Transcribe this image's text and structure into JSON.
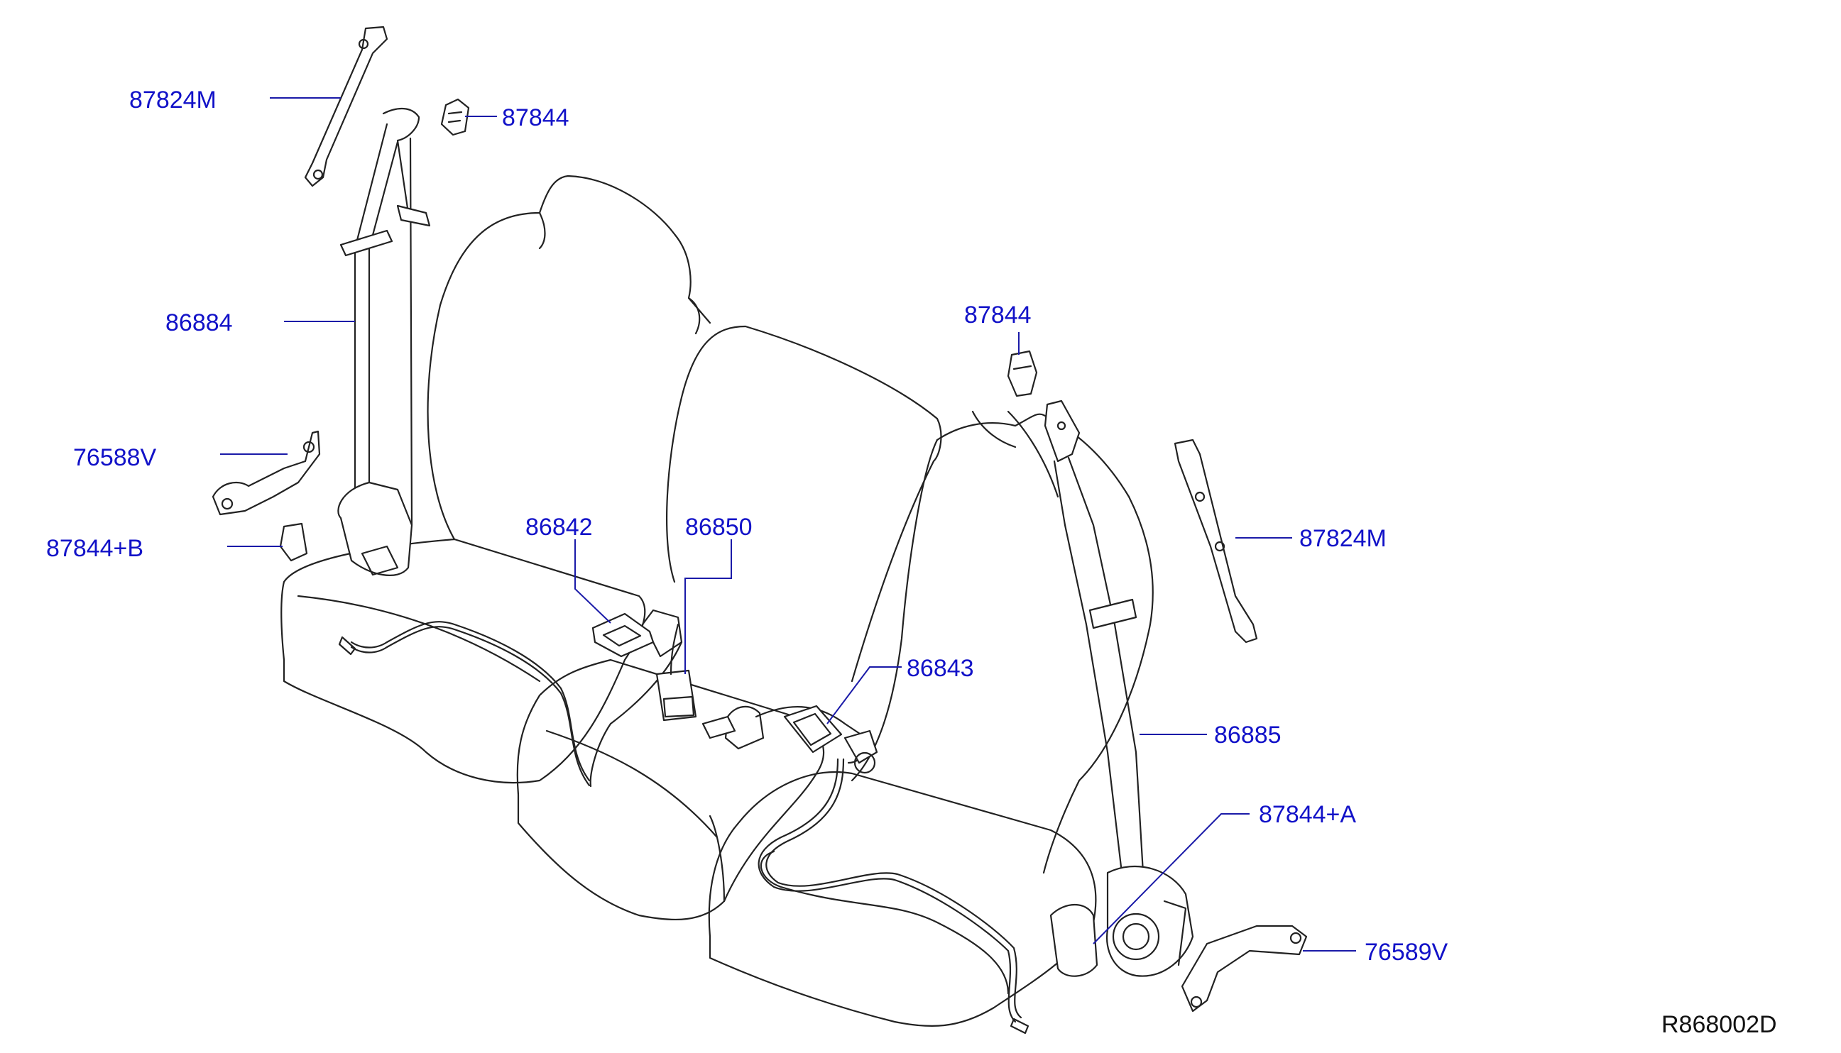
{
  "callouts": {
    "rail_left": "87824M",
    "cover_left_top": "87844",
    "belt_left": "86884",
    "bracket_left": "76588V",
    "cover_left_bottom": "87844+B",
    "buckle_left": "86842",
    "buckle_center": "86850",
    "cover_right_top": "87844",
    "rail_right": "87824M",
    "buckle_right": "86843",
    "belt_right": "86885",
    "cover_right_bottom": "87844+A",
    "bracket_right": "76589V"
  },
  "reference_code": "R868002D",
  "colors": {
    "callout": "#1212c8",
    "line": "#222222",
    "leader": "#1a1aa8"
  }
}
